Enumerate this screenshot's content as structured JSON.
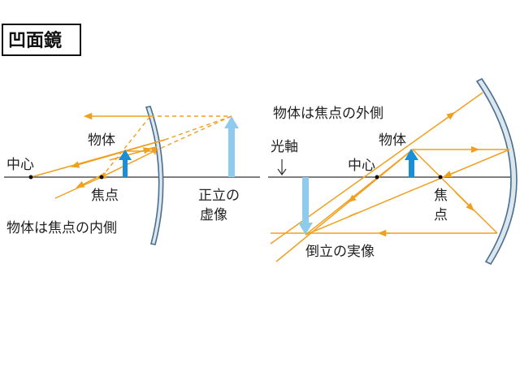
{
  "title": "凹面鏡",
  "colors": {
    "ray": "#f0a020",
    "axis": "#333333",
    "object": "#1a8fd8",
    "image": "#8ecbee",
    "mirror_fill": "#dbe6ee",
    "mirror_stroke": "#4a6f8f",
    "text": "#222222"
  },
  "left_panel": {
    "center_label": "中心",
    "object_label": "物体",
    "focus_label": "焦点",
    "image_label_line1": "正立の",
    "image_label_line2": "虚像",
    "case_label": "物体は焦点の内側"
  },
  "right_panel": {
    "case_label": "物体は焦点の外側",
    "axis_label": "光軸",
    "object_label": "物体",
    "center_label": "中心",
    "focus_label_line1": "焦",
    "focus_label_line2": "点",
    "image_label": "倒立の実像"
  }
}
